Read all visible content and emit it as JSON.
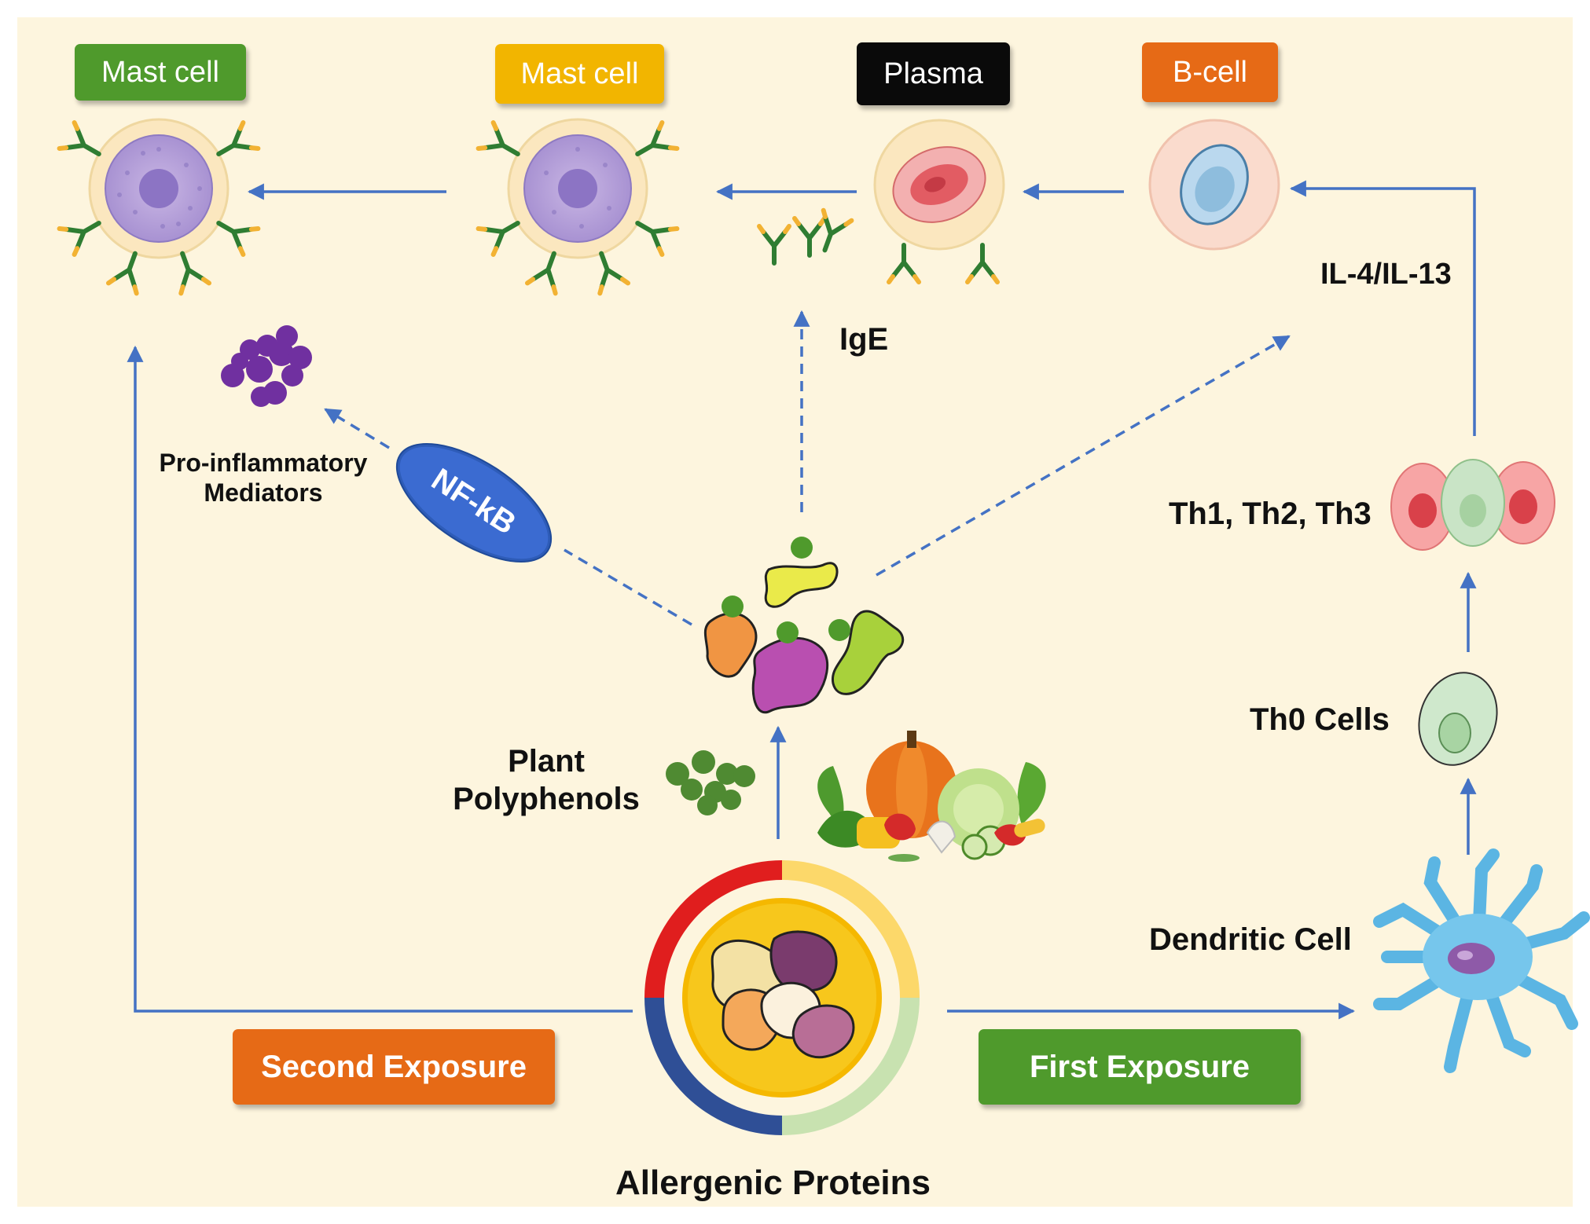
{
  "labels": {
    "mast_cell_1": "Mast cell",
    "mast_cell_2": "Mast cell",
    "plasma": "Plasma",
    "b_cell": "B-cell",
    "il4_il13": "IL-4/IL-13",
    "ige": "IgE",
    "pro_inflammatory_line1": "Pro-inflammatory",
    "pro_inflammatory_line2": "Mediators",
    "nf_kb": "NF-kB",
    "th_cells": "Th1, Th2, Th3",
    "th0_cells": "Th0 Cells",
    "plant_line1": "Plant",
    "plant_line2": "Polyphenols",
    "dendritic_cell": "Dendritic Cell",
    "second_exposure": "Second Exposure",
    "first_exposure": "First Exposure",
    "allergenic_proteins": "Allergenic Proteins"
  },
  "colors": {
    "background": "#fdf5de",
    "arrow": "#4472c4",
    "tag_green": "#4f9a2c",
    "tag_yellow": "#f2b500",
    "tag_black": "#0a0a0a",
    "tag_orange": "#e66a16",
    "nf_kb": "#2e5cb8",
    "mediator": "#7030a0",
    "polyphenol": "#4f8a32"
  },
  "icons": [
    "mast-cell-icon",
    "plasma-cell-icon",
    "b-cell-icon",
    "t-cell-icon",
    "dendritic-cell-icon",
    "antibody-icon",
    "protein-cluster-icon",
    "vegetables-icon",
    "allergen-ring-icon"
  ]
}
